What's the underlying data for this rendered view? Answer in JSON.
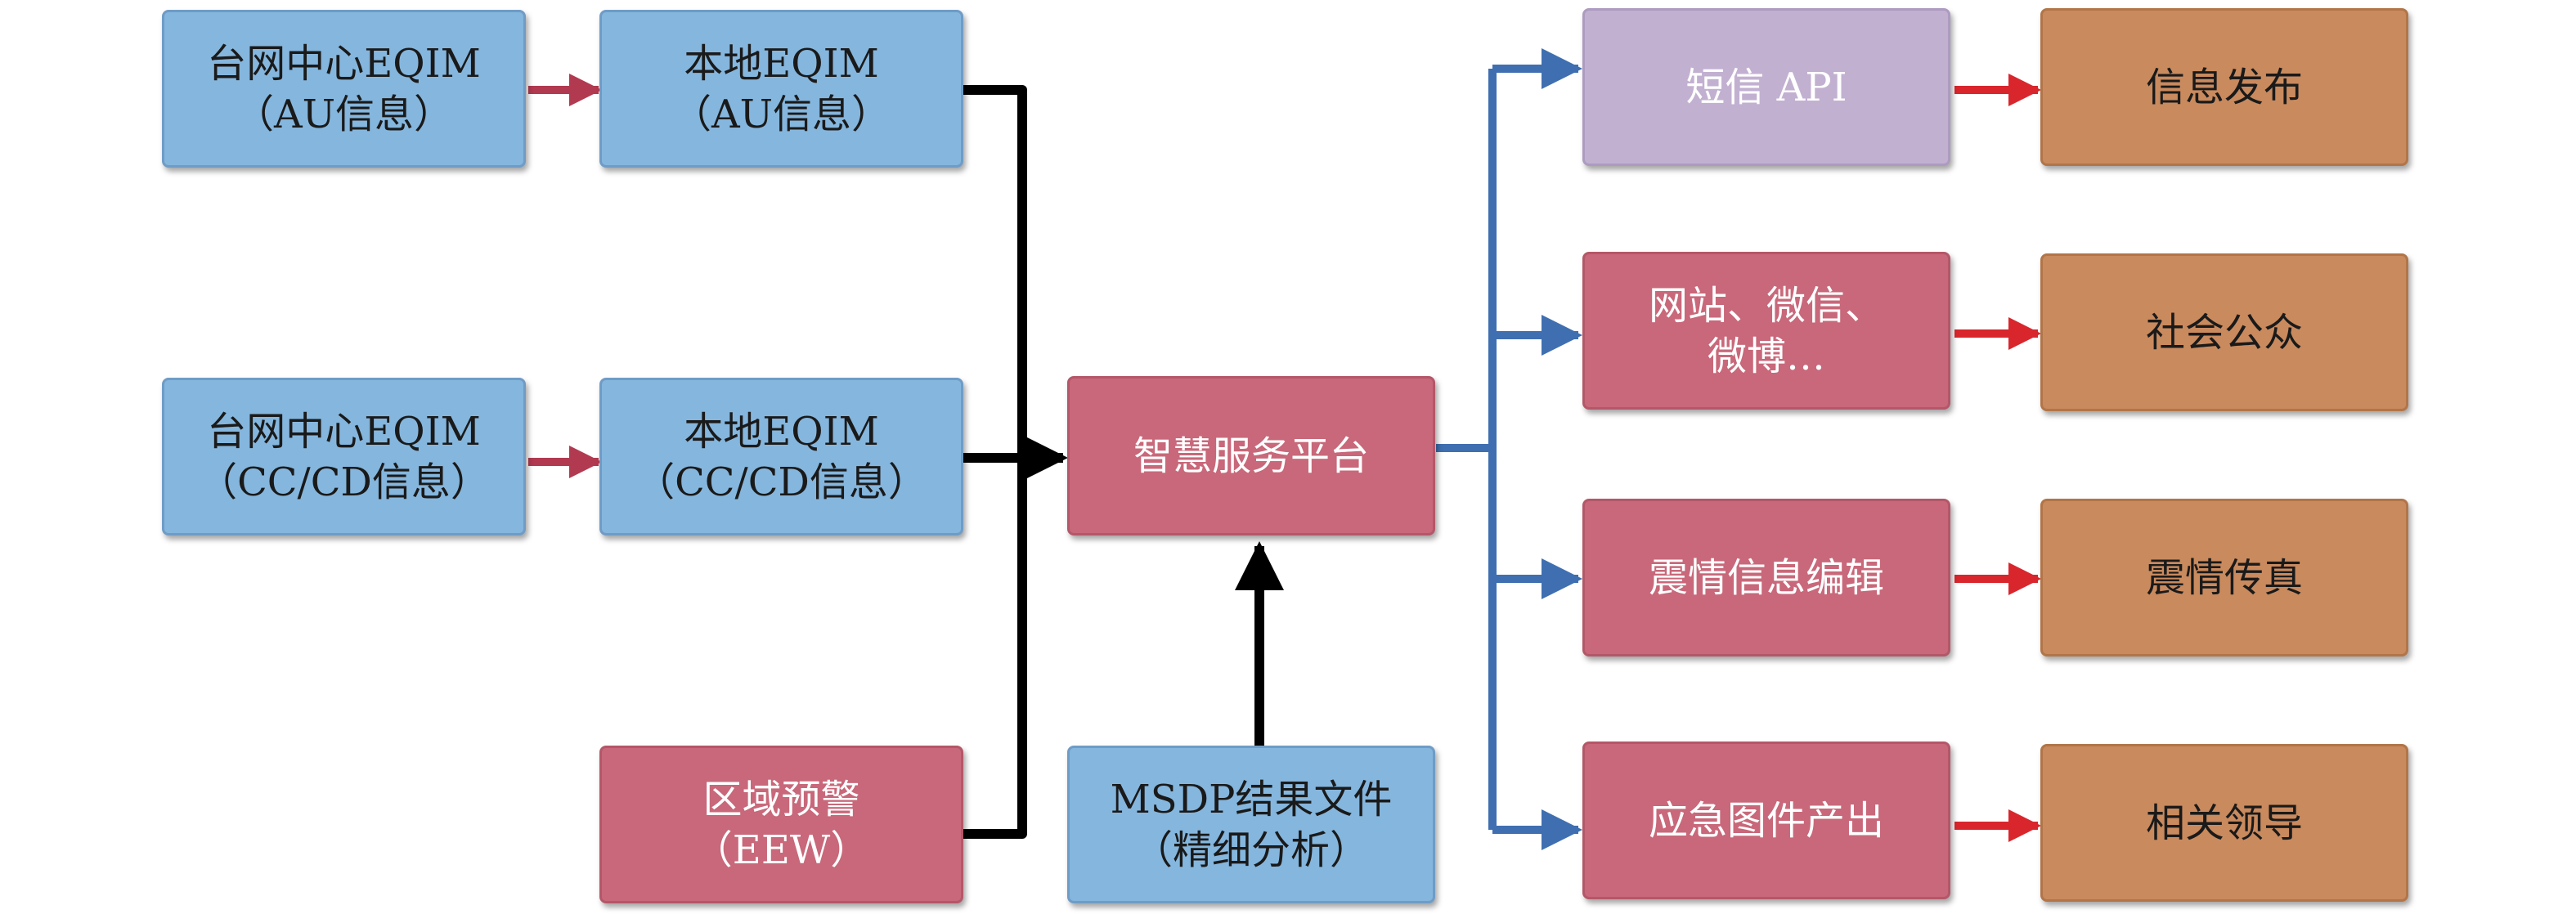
{
  "nodes": {
    "au_center": {
      "line1": "台网中心EQIM",
      "line2": "（AU信息）"
    },
    "au_local": {
      "line1": "本地EQIM",
      "line2": "（AU信息）"
    },
    "cc_center": {
      "line1": "台网中心EQIM",
      "line2": "（CC/CD信息）"
    },
    "cc_local": {
      "line1": "本地EQIM",
      "line2": "（CC/CD信息）"
    },
    "eew": {
      "line1": "区域预警",
      "line2": "（EEW）"
    },
    "msdp": {
      "line1": "MSDP结果文件",
      "line2": "（精细分析）"
    },
    "platform": {
      "line1": "智慧服务平台"
    },
    "sms": {
      "line1": "短信 API"
    },
    "web": {
      "line1": "网站、微信、",
      "line2": "微博…"
    },
    "edit": {
      "line1": "震情信息编辑"
    },
    "emergency": {
      "line1": "应急图件产出"
    },
    "publish": {
      "line1": "信息发布"
    },
    "public": {
      "line1": "社会公众"
    },
    "fax": {
      "line1": "震情传真"
    },
    "leaders": {
      "line1": "相关领导"
    }
  },
  "colors": {
    "blue_box": "#85b6dd",
    "pink_box": "#c8687a",
    "lilac_box": "#c2b0d1",
    "orange_box": "#c98a5e",
    "black_arrow": "#000000",
    "blue_arrow": "#3f6fb0",
    "red_arrow": "#d9262c",
    "maroon_arrow": "#b23a50"
  }
}
